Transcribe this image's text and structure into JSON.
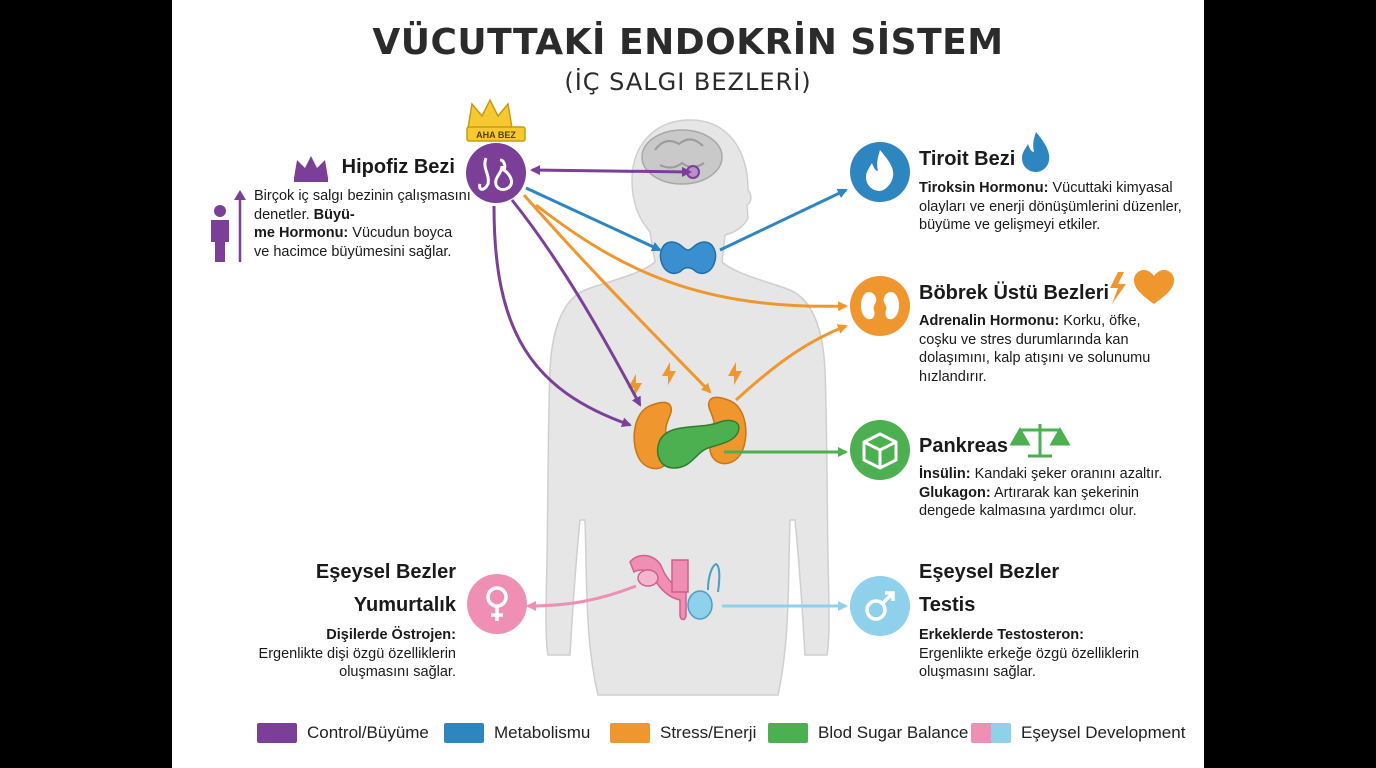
{
  "title": "VÜCUTTAKİ ENDOKRİN SİSTEM",
  "subtitle": "(İÇ SALGI BEZLERİ)",
  "crown_label": "AHA BEZ",
  "glands": {
    "hipofiz": {
      "title": "Hipofiz Bezi",
      "text1": "Birçok iç salgı bezinin çalışmasını",
      "text2": "denetler.",
      "bold2": "Büyü-",
      "bold3": "me Hormonu:",
      "text3": "Vücudun boyca",
      "text4": "ve hacimce büyümesini sağlar."
    },
    "tiroit": {
      "title": "Tiroit Bezi",
      "bold": "Tiroksin Hormonu:",
      "text1": "Vücuttaki kimyasal",
      "text2": "olayları ve enerji dönüşümlerini düzenler,",
      "text3": "büyüme ve gelişmeyi etkiler."
    },
    "bobrek": {
      "title": "Böbrek Üstü Bezleri",
      "bold": "Adrenalin Hormonu:",
      "text1": "Korku, öfke,",
      "text2": "coşku ve stres durumlarında kan",
      "text3": "dolaşımını, kalp atışını ve solunumu",
      "text4": "hızlandırır."
    },
    "pankreas": {
      "title": "Pankreas",
      "bold1": "İnsülin:",
      "text1": "Kandaki şeker oranını azaltır.",
      "bold2": "Glukagon:",
      "text2": "Artırarak kan şekerinin",
      "text3": "dengede kalmasına yardımcı olur."
    },
    "yumurtalik": {
      "title": "Eşeysel Bezler",
      "subtitle": "Yumurtalık",
      "bold": "Dişilerde Östrojen:",
      "text1": "Ergenlikte dişi özgü özelliklerin",
      "text2": "oluşmasını sağlar."
    },
    "testis": {
      "title": "Eşeysel Bezler",
      "subtitle": "Testis",
      "bold": "Erkeklerde Testosteron:",
      "text1": "Ergenlikte erkeğe özgü özelliklerin",
      "text2": "oluşmasını sağlar."
    }
  },
  "legend": [
    {
      "label": "Control/Büyüme",
      "color": "#7b3f98"
    },
    {
      "label": "Metabolismu",
      "color": "#2e86c1"
    },
    {
      "label": "Stress/Enerji",
      "color": "#f0962e"
    },
    {
      "label": "Blod Sugar Balance",
      "color": "#4caf50"
    },
    {
      "label": "Eşeysel Development",
      "color": "#ef8fb4",
      "color2": "#8fd0ea"
    }
  ],
  "colors": {
    "purple": "#7b3f98",
    "blue": "#2e86c1",
    "orange": "#f0962e",
    "green": "#4caf50",
    "pink": "#ef8fb4",
    "lightblue": "#8fd0ea",
    "body": "#e6e6e6"
  }
}
